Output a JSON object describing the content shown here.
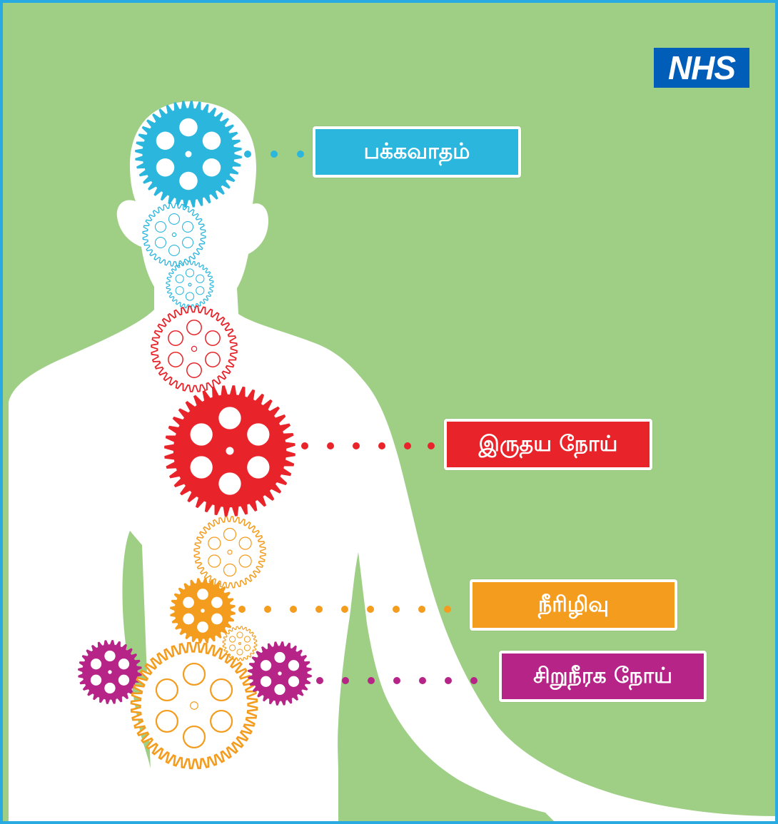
{
  "logo": {
    "text": "NHS",
    "color": "#005EB8"
  },
  "background": {
    "color": "#9ECF85",
    "border_color": "#29ABE2",
    "body_color": "#ffffff"
  },
  "conditions": [
    {
      "id": "stroke",
      "label": "பக்கவாதம்",
      "color": "#2BB6DE"
    },
    {
      "id": "heart",
      "label": "இருதய நோய்",
      "color": "#E8242A"
    },
    {
      "id": "diabetes",
      "label": "நீரிழிவு",
      "color": "#F39C1E"
    },
    {
      "id": "kidney",
      "label": "சிறுநீரக நோய்",
      "color": "#B52486"
    }
  ]
}
